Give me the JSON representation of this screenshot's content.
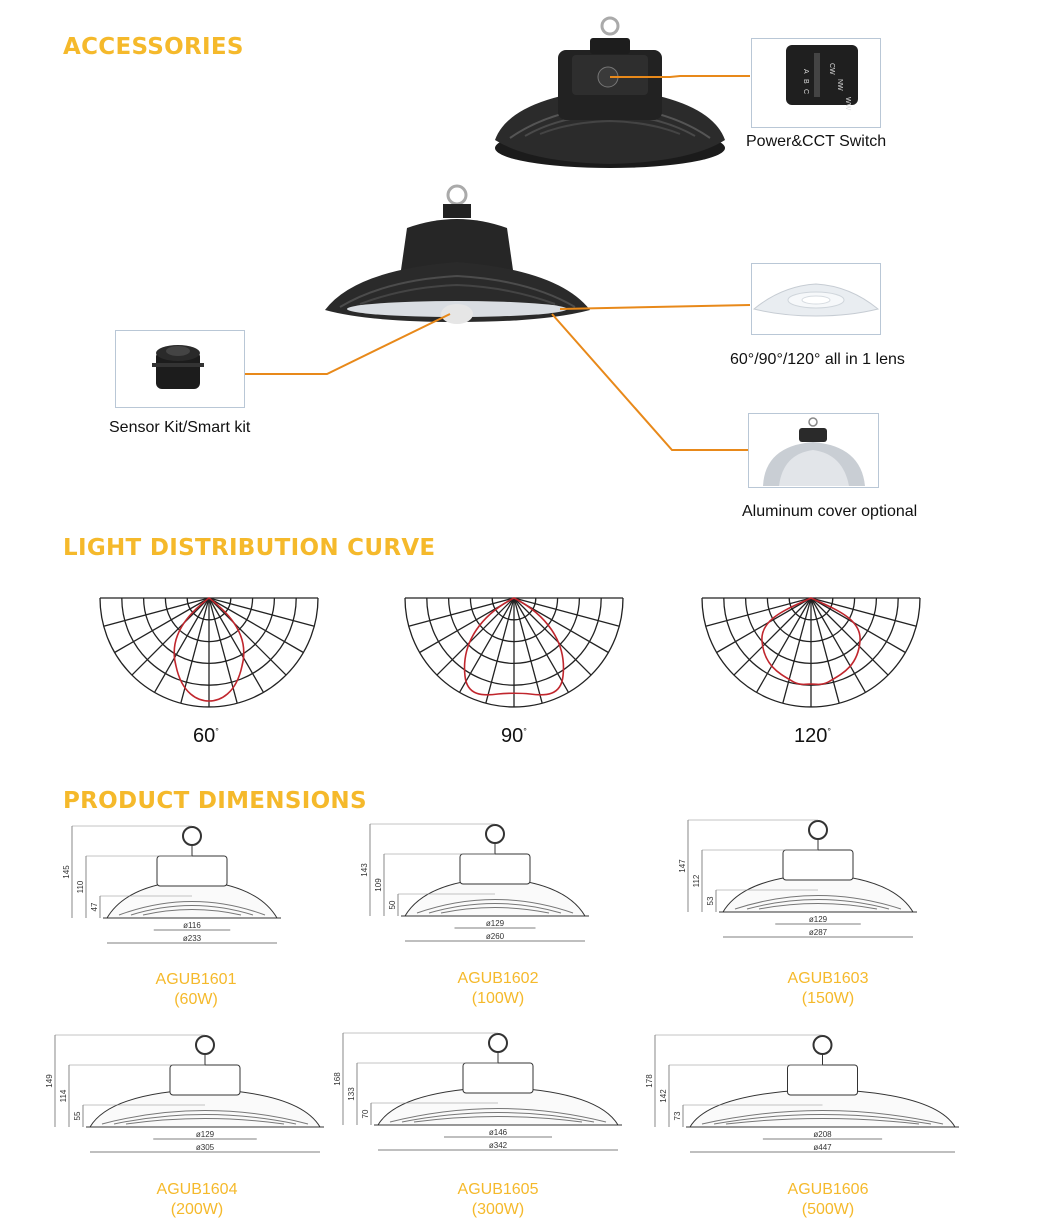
{
  "sections": {
    "accessories": "ACCESSORIES",
    "curve": "LIGHT DISTRIBUTION CURVE",
    "dimensions": "PRODUCT DIMENSIONS"
  },
  "accessories": {
    "power_switch": "Power&CCT Switch",
    "switch_labels": [
      "CW",
      "NW",
      "WW",
      "A",
      "B",
      "C"
    ],
    "lens": "60°/90°/120° all in 1 lens",
    "sensor": "Sensor Kit/Smart kit",
    "cover": "Aluminum cover optional"
  },
  "curves": [
    {
      "angle": "60",
      "unit": "°"
    },
    {
      "angle": "90",
      "unit": "°"
    },
    {
      "angle": "120",
      "unit": "°"
    }
  ],
  "products": [
    {
      "model": "AGUB1601",
      "power": "(60W)",
      "h_total": "145",
      "h_body": "110",
      "h_base": "47",
      "d_top": "ø116",
      "d_bottom": "ø233"
    },
    {
      "model": "AGUB1602",
      "power": "(100W)",
      "h_total": "143",
      "h_body": "109",
      "h_base": "50",
      "d_top": "ø129",
      "d_bottom": "ø260"
    },
    {
      "model": "AGUB1603",
      "power": "(150W)",
      "h_total": "147",
      "h_body": "112",
      "h_base": "53",
      "d_top": "ø129",
      "d_bottom": "ø287"
    },
    {
      "model": "AGUB1604",
      "power": "(200W)",
      "h_total": "149",
      "h_body": "114",
      "h_base": "55",
      "d_top": "ø129",
      "d_bottom": "ø305"
    },
    {
      "model": "AGUB1605",
      "power": "(300W)",
      "h_total": "168",
      "h_body": "133",
      "h_base": "70",
      "d_top": "ø146",
      "d_bottom": "ø342"
    },
    {
      "model": "AGUB1606",
      "power": "(500W)",
      "h_total": "178",
      "h_body": "142",
      "h_base": "73",
      "d_top": "ø208",
      "d_bottom": "ø447"
    }
  ],
  "colors": {
    "accent": "#f5b92b",
    "leader": "#e8891a",
    "curve": "#c0262d"
  }
}
